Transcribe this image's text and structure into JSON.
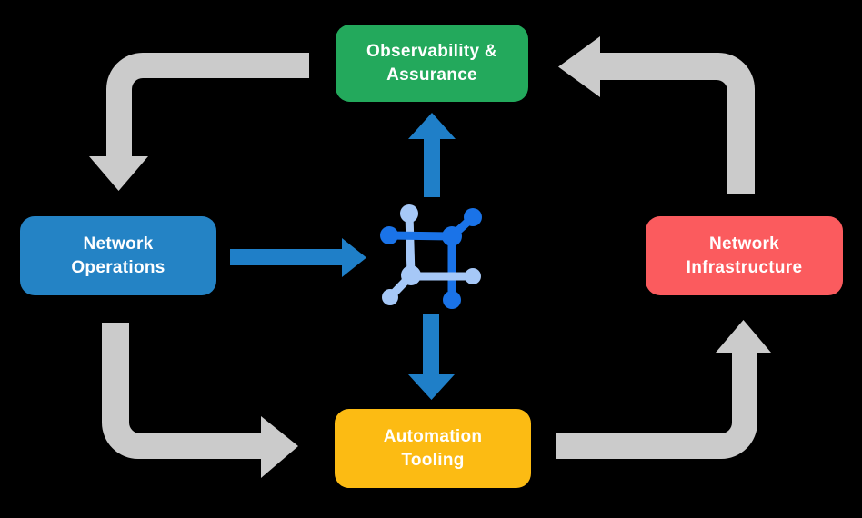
{
  "diagram": {
    "background_color": "#000000",
    "text_color": "#FFFFFF",
    "nodes": {
      "observability": {
        "line1": "Observability &",
        "line2": "Assurance",
        "color": "#23A95C"
      },
      "network_operations": {
        "line1": "Network",
        "line2": "Operations",
        "color": "#2483C5"
      },
      "network_infrastructure": {
        "line1": "Network",
        "line2": "Infrastructure",
        "color": "#FB5B5E"
      },
      "automation_tooling": {
        "line1": "Automation",
        "line2": "Tooling",
        "color": "#FCBB13"
      }
    },
    "arrows": {
      "cycle_color": "#CBCBCB",
      "flow_color": "#1F7FC8"
    },
    "icons": {
      "center": "network-mesh-icon",
      "dark_color": "#1A73E8",
      "light_color": "#A6C8F7"
    }
  }
}
